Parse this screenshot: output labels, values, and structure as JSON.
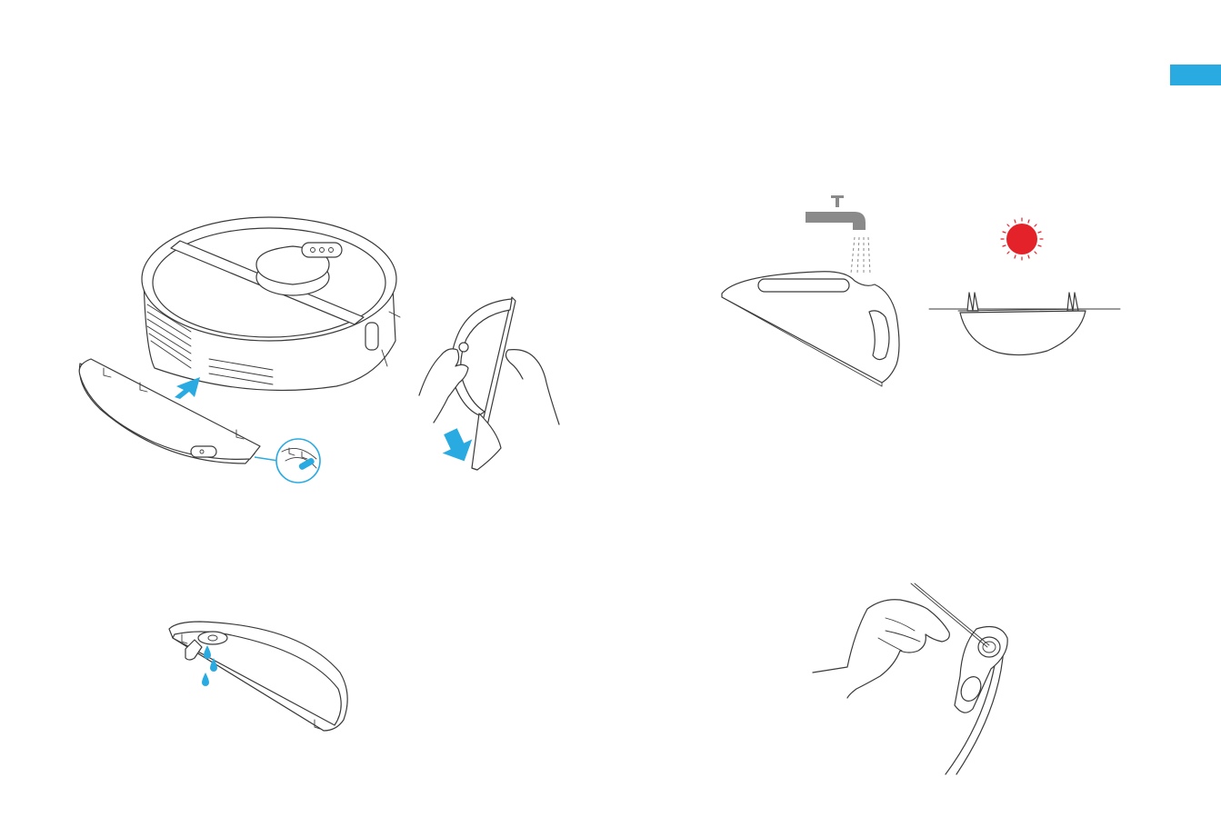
{
  "colors": {
    "accent": "#29abe2",
    "sun": "#e3222a",
    "line": "#3a3a3a",
    "faucet": "#8a8a8a"
  },
  "icons": [
    "robot-vacuum-illustration",
    "mop-bracket-removal-illustration",
    "mop-cloth-removal-illustration",
    "rinse-under-faucet-illustration",
    "dry-in-sun-illustration",
    "water-tank-drain-illustration",
    "clean-filter-with-pin-illustration"
  ]
}
